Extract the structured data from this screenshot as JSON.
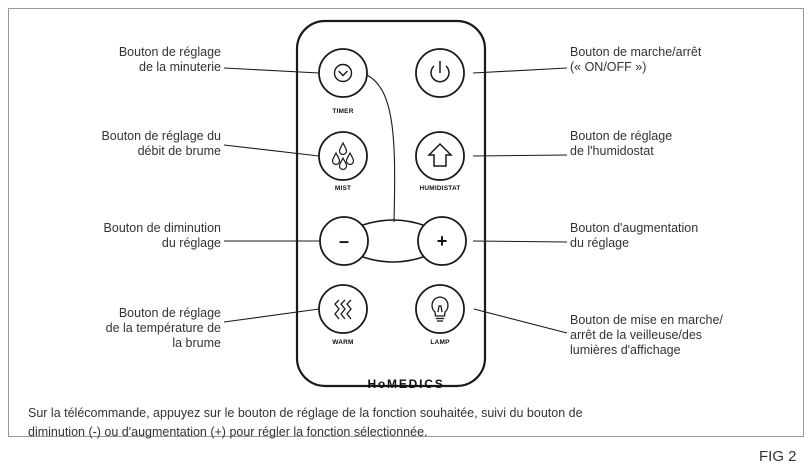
{
  "callouts": {
    "timer": [
      "Bouton de réglage",
      "de la minuterie"
    ],
    "power": [
      "Bouton de marche/arrêt",
      "(« ON/OFF »)"
    ],
    "mist": [
      "Bouton de réglage du",
      "débit de brume"
    ],
    "humidistat": [
      "Bouton de réglage",
      "de l'humidostat"
    ],
    "decrease": [
      "Bouton de diminution",
      "du réglage"
    ],
    "increase": [
      "Bouton d'augmentation",
      "du réglage"
    ],
    "warm": [
      "Bouton de réglage",
      "de la température de",
      "la brume"
    ],
    "lamp": [
      "Bouton de mise en marche/",
      "arrêt de la veilleuse/des",
      "lumières d'affichage"
    ]
  },
  "buttons": {
    "timer": "TIMER",
    "mist": "MIST",
    "humidistat": "HUMIDISTAT",
    "warm": "WARM",
    "lamp": "LAMP",
    "minus": "–",
    "plus": "+"
  },
  "brand": "HoMEDICS",
  "caption": [
    "Sur la télécommande, appuyez sur le bouton de réglage de la fonction souhaitée, suivi du bouton de",
    "diminution (-) ou d'augmentation (+) pour régler la fonction sélectionnée."
  ],
  "figure_label": "FIG 2",
  "icons": [
    "clock-icon",
    "power-icon",
    "mist-drops-icon",
    "house-icon",
    "heat-waves-icon",
    "bulb-icon"
  ]
}
